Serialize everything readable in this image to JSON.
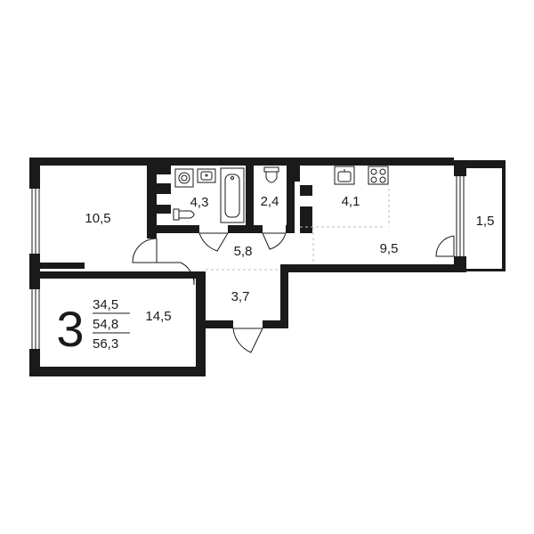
{
  "colors": {
    "wall": "#1a1a1a",
    "background": "#ffffff",
    "line": "#1a1a1a",
    "dashed": "#bdbdbd"
  },
  "plan": {
    "room_count": "3",
    "areas": {
      "living": "34,5",
      "total": "54,8",
      "with_balcony": "56,3"
    },
    "rooms": {
      "bedroom_top_left": "10,5",
      "bathroom": "4,3",
      "toilet": "2,4",
      "kitchen": "4,1",
      "balcony": "1,5",
      "hallway": "5,8",
      "kitchen_living": "9,5",
      "storage": "3,7",
      "bedroom_bottom_left": "14,5"
    }
  },
  "icons": [
    "sink-icon",
    "washing-machine-icon",
    "bathtub-icon",
    "toilet-icon",
    "stove-icon",
    "window-icon",
    "door-icon"
  ]
}
